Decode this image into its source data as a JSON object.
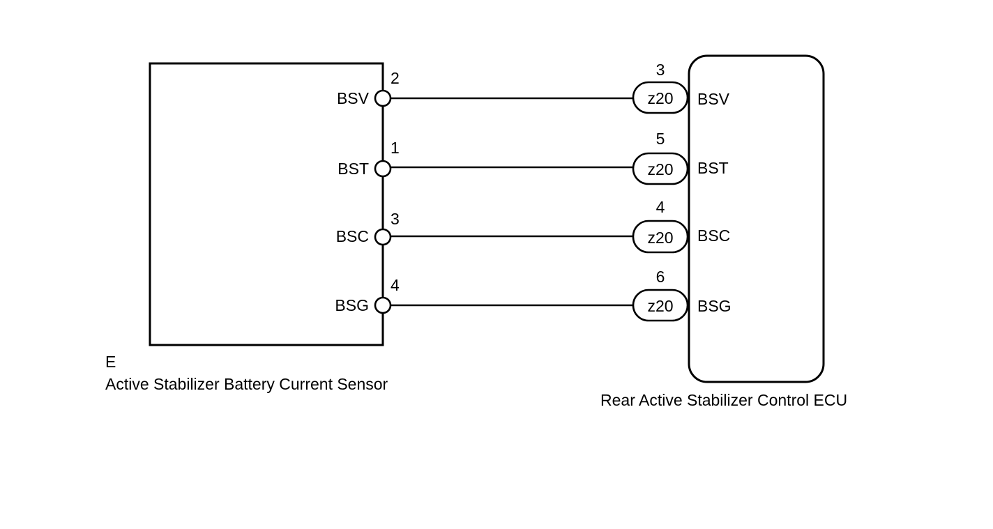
{
  "sensor": {
    "code": "E",
    "name": "Active Stabilizer Battery Current Sensor"
  },
  "ecu": {
    "name": "Rear Active Stabilizer Control ECU"
  },
  "connector_label": "z20",
  "wires": [
    {
      "signal": "BSV",
      "sensor_pin": "2",
      "ecu_pin": "3",
      "ecu_signal": "BSV"
    },
    {
      "signal": "BST",
      "sensor_pin": "1",
      "ecu_pin": "5",
      "ecu_signal": "BST"
    },
    {
      "signal": "BSC",
      "sensor_pin": "3",
      "ecu_pin": "4",
      "ecu_signal": "BSC"
    },
    {
      "signal": "BSG",
      "sensor_pin": "4",
      "ecu_pin": "6",
      "ecu_signal": "BSG"
    }
  ]
}
